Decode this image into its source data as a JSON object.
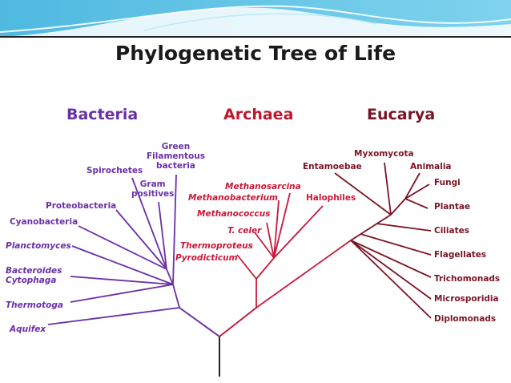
{
  "title": "Phylogenetic Tree of Life",
  "domains": {
    "bacteria": "Bacteria",
    "archaea": "Archaea",
    "eucarya": "Eucarya"
  },
  "colors": {
    "bacteria": "#6a2fa6",
    "archaea": "#c8183a",
    "eucarya": "#7a1424",
    "root": "#222222",
    "banner": "#5bc5e6"
  },
  "bacteria_taxa": {
    "green_filamentous": "Green\nFilamentous\nbacteria",
    "spirochetes": "Spirochetes",
    "gram_positives": "Gram\npositives",
    "proteobacteria": "Proteobacteria",
    "cyanobacteria": "Cyanobacteria",
    "planctomyces": "Planctomyces",
    "bacteroides": "Bacteroides\nCytophaga",
    "thermotoga": "Thermotoga",
    "aquifex": "Aquifex"
  },
  "archaea_taxa": {
    "methanosarcina": "Methanosarcina",
    "methanobacterium": "Methanobacterium",
    "halophiles": "Halophiles",
    "methanococcus": "Methanococcus",
    "t_celer": "T. celer",
    "thermoproteus": "Thermoproteus",
    "pyrodicticum": "Pyrodicticum"
  },
  "eucarya_taxa": {
    "myxomycota": "Myxomycota",
    "entamoebae": "Entamoebae",
    "animalia": "Animalia",
    "fungi": "Fungi",
    "plantae": "Plantae",
    "ciliates": "Ciliates",
    "flagellates": "Flagellates",
    "trichomonads": "Trichomonads",
    "microsporidia": "Microsporidia",
    "diplomonads": "Diplomonads"
  }
}
